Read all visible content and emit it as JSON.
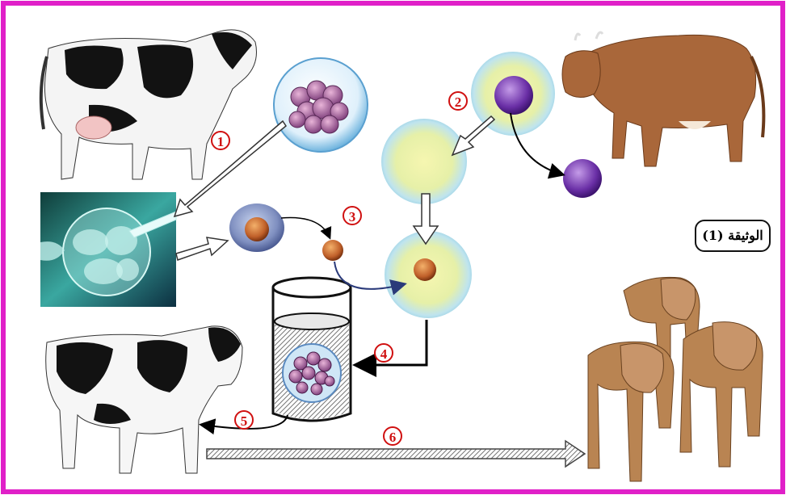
{
  "document": {
    "title": "الوثيقة (1)"
  },
  "steps": [
    "1",
    "2",
    "3",
    "4",
    "5",
    "6"
  ],
  "colors": {
    "frame": "#e020c8",
    "step_label": "#d01010",
    "cell_yellow": "#eef3a0",
    "cell_halo": "#9fd4e8",
    "nucleus_purple": "#7a3fb0",
    "nucleus_orange": "#c8692a",
    "cow_brown": "#a9673a",
    "cow_black": "#161616"
  }
}
